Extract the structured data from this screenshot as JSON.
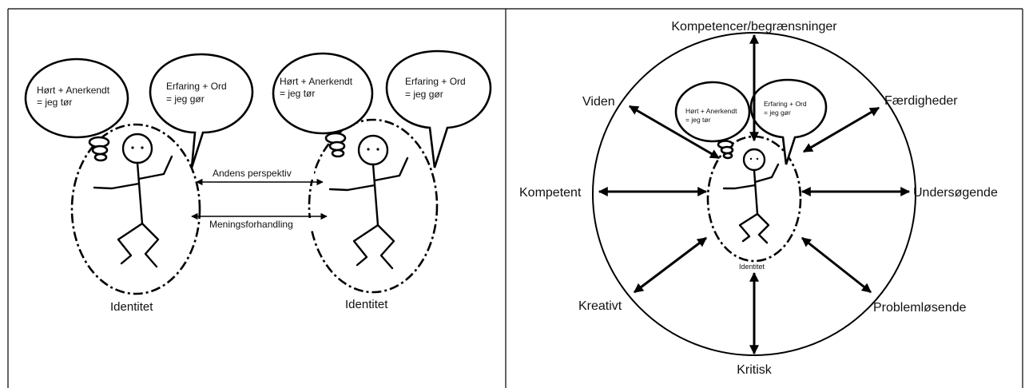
{
  "left_panel": {
    "person_left": {
      "thought_bubble": {
        "line1": "Hørt + Anerkendt",
        "line2": "= jeg tør"
      },
      "speech_bubble": {
        "line1": "Erfaring + Ord",
        "line2": "= jeg gør"
      },
      "identity_label": "Identitet"
    },
    "person_right": {
      "thought_bubble": {
        "line1": "Hørt + Anerkendt",
        "line2": "= jeg tør"
      },
      "speech_bubble": {
        "line1": "Erfaring + Ord",
        "line2": "= jeg gør"
      },
      "identity_label": "Identitet"
    },
    "arrow_top_label": "Andens perspektiv",
    "arrow_bottom_label": "Meningsforhandling"
  },
  "right_panel": {
    "thought_bubble": {
      "line1": "Hørt + Anerkendt",
      "line2": "= jeg tør"
    },
    "speech_bubble": {
      "line1": "Erfaring + Ord",
      "line2": "= jeg gør"
    },
    "identity_label": "Identitet",
    "labels": {
      "top": "Kompetencer/begrænsninger",
      "top_left": "Viden",
      "top_right": "Færdigheder",
      "left": "Kompetent",
      "right": "Undersøgende",
      "bottom_left": "Kreativt",
      "bottom_right": "Problemløsende",
      "bottom": "Kritisk"
    }
  }
}
